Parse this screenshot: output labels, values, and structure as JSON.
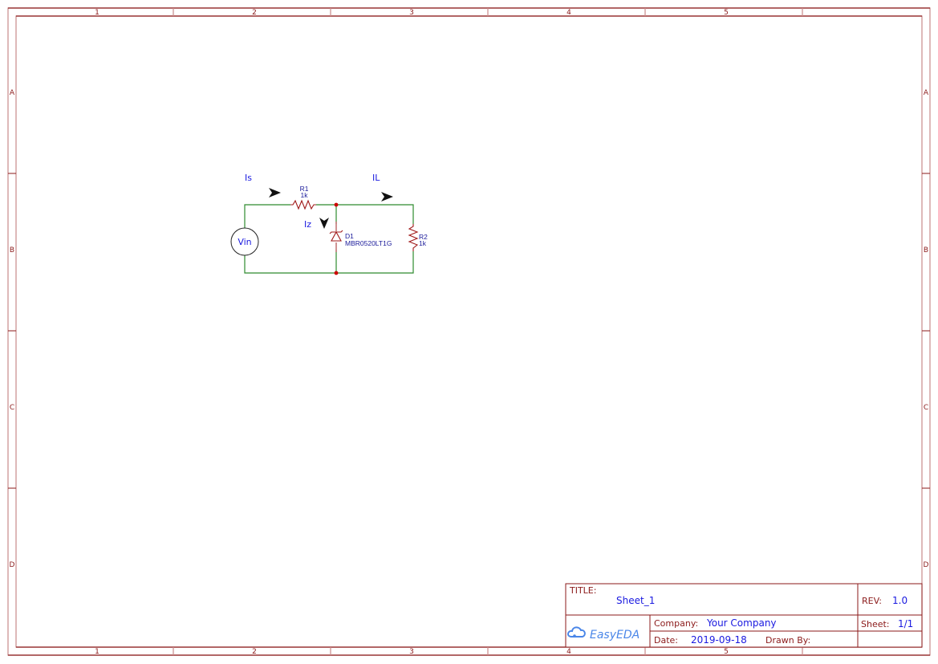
{
  "frame": {
    "columns": [
      "1",
      "2",
      "3",
      "4",
      "5"
    ],
    "rows": [
      "A",
      "B",
      "C",
      "D"
    ],
    "border_color": "#8b1a1a",
    "border_light_color": "#c98a8a"
  },
  "schematic": {
    "wire_color": "#2e8b2e",
    "component_color": "#a01a1a",
    "label_color": "#1a1ae0",
    "junction_color": "#cc0000",
    "source": {
      "label": "Vin"
    },
    "r1": {
      "designator": "R1",
      "value": "1k"
    },
    "r2": {
      "designator": "R2",
      "value": "1k"
    },
    "d1": {
      "designator": "D1",
      "part": "MBR0520LT1G"
    },
    "currents": {
      "is": "Is",
      "il": "IL",
      "iz": "Iz"
    }
  },
  "title_block": {
    "title_label": "TITLE:",
    "title_value": "Sheet_1",
    "rev_label": "REV:",
    "rev_value": "1.0",
    "logo_text": "EasyEDA",
    "company_label": "Company:",
    "company_value": "Your Company",
    "sheet_label": "Sheet:",
    "sheet_value": "1/1",
    "date_label": "Date:",
    "date_value": "2019-09-18",
    "drawn_by_label": "Drawn By:",
    "drawn_by_value": ""
  }
}
